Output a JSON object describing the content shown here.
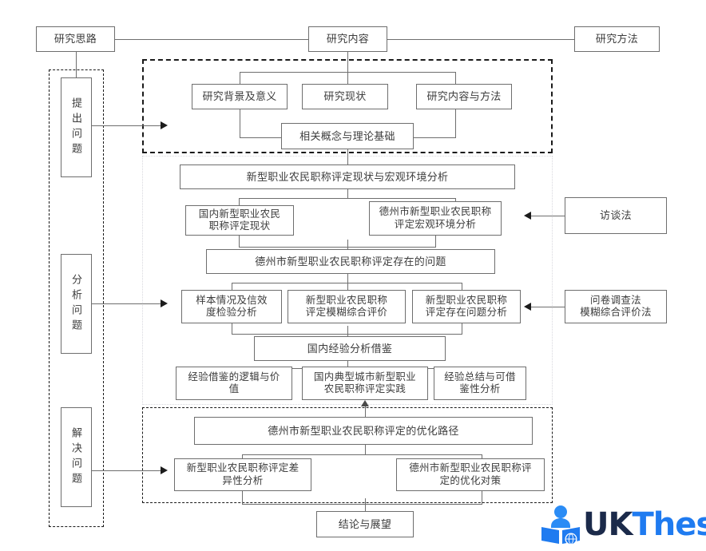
{
  "diagram": {
    "title_row": {
      "research_approach": "研究思路",
      "research_content": "研究内容",
      "research_method": "研究方法"
    },
    "stages": [
      {
        "key": "raise",
        "label": "提出问题"
      },
      {
        "key": "analyze",
        "label": "分析问题"
      },
      {
        "key": "solve",
        "label": "解决问题"
      }
    ],
    "section_raise": {
      "children": [
        "研究背景及意义",
        "研究现状",
        "研究内容与方法"
      ],
      "base": "相关概念与理论基础"
    },
    "section_analyze": {
      "status_head": "新型职业农民职称评定现状与宏观环境分析",
      "status_children": [
        "国内新型职业农民\n职称评定现状",
        "德州市新型职业农民职称\n评定宏观环境分析"
      ],
      "problem_head": "德州市新型职业农民职称评定存在的问题",
      "problem_children": [
        "样本情况及信效\n度检验分析",
        "新型职业农民职称\n评定模糊综合评价",
        "新型职业农民职称\n评定存在问题分析"
      ],
      "experience_head": "国内经验分析借鉴",
      "experience_children": [
        "经验借鉴的逻辑与价\n值",
        "国内典型城市新型职业\n农民职称评定实践",
        "经验总结与可借\n鉴性分析"
      ]
    },
    "section_solve": {
      "head": "德州市新型职业农民职称评定的优化路径",
      "children": [
        "新型职业农民职称评定差\n异性分析",
        "德州市新型职业农民职称评\n定的优化对策"
      ]
    },
    "conclusion": "结论与展望",
    "methods": [
      {
        "key": "interview",
        "label": "访谈法"
      },
      {
        "key": "questionnaire",
        "label": "问卷调查法\n模糊综合评价法"
      }
    ],
    "logo": {
      "uk": "UK",
      "thesis": "Thesis",
      "icon": "person-reading-book-globe-icon",
      "color_uk": "#1b2a4a",
      "color_thesis": "#1f7bf0"
    },
    "colors": {
      "box_border": "#6e6e6e",
      "frame_dark": "#1a1a1a",
      "frame_light": "#d8d8de",
      "text": "#3c3c3c",
      "connector": "#6e6e6e"
    }
  }
}
